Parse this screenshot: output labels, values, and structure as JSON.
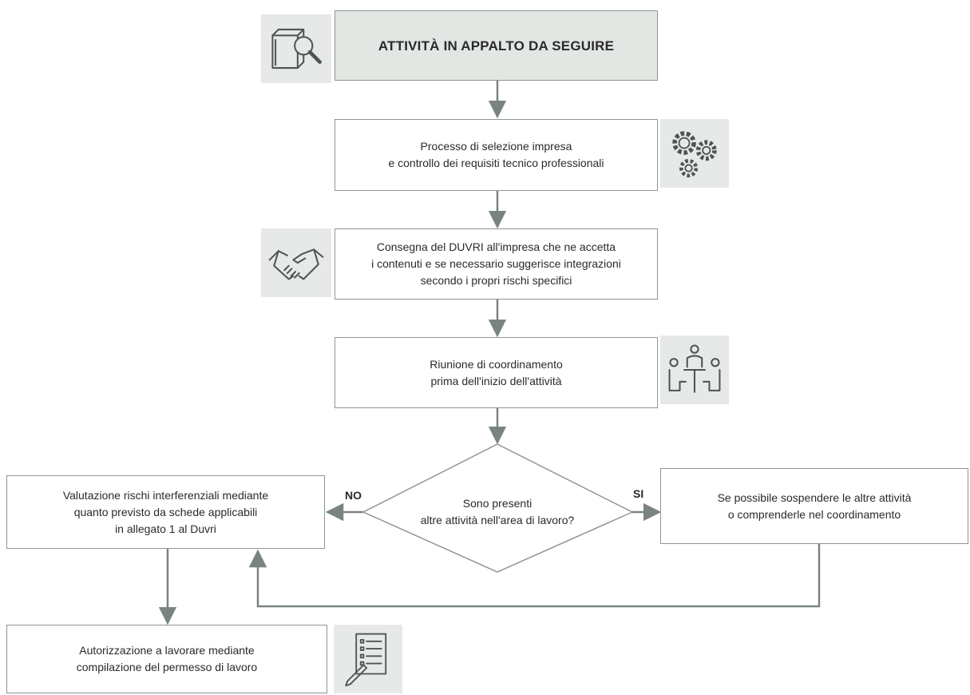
{
  "title": "ATTIVITÀ IN APPALTO DA SEGUIRE",
  "steps": {
    "selection": [
      "Processo di selezione impresa",
      "e controllo dei requisiti tecnico professionali"
    ],
    "duvri": [
      "Consegna del DUVRI all'impresa che ne accetta",
      "i contenuti e se necessario suggerisce integrazioni",
      "secondo i propri rischi specifici"
    ],
    "meeting": [
      "Riunione di coordinamento",
      "prima dell'inizio dell'attività"
    ],
    "question": [
      "Sono presenti",
      "altre attività nell'area di lavoro?"
    ],
    "evaluation": [
      "Valutazione rischi interferenziali mediante",
      "quanto previsto da schede applicabili",
      "in allegato 1 al Duvri"
    ],
    "suspend": [
      "Se possibile sospendere le altre attività",
      "o comprenderle nel coordinamento"
    ],
    "authorization": [
      "Autorizzazione a lavorare mediante",
      "compilazione del permesso di lavoro"
    ]
  },
  "branch_labels": {
    "no": "NO",
    "yes": "SI"
  },
  "icons": [
    "book-magnifier-icon",
    "gears-icon",
    "handshake-icon",
    "meeting-icon",
    "checklist-pen-icon"
  ],
  "colors": {
    "line": "#7a847f",
    "box_border": "#8e9692",
    "title_fill": "#e3e7e4",
    "icon_tile": "#e6e9e7"
  }
}
